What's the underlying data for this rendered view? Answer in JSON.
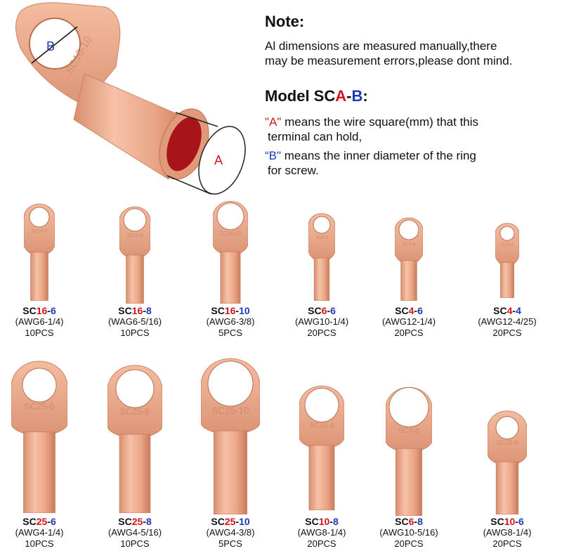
{
  "note": {
    "title": "Note:",
    "lines": [
      "Al dimensions are measured manually,there",
      "may be measurement errors,please dont mind."
    ]
  },
  "model": {
    "prefix": "Model SC",
    "a": "A",
    "dash": "-",
    "b": "B",
    "suffix": ":",
    "a_quote": "\"A\"",
    "a_text_1": " means the wire square(mm) that this",
    "a_text_2": "terminal can hold,",
    "b_quote": "“B\"",
    "b_text_1": " means the inner diameter of the ring",
    "b_text_2": "for screw."
  },
  "hero": {
    "label_a": "A",
    "label_b": "B",
    "stamp": "SC16-10"
  },
  "colors": {
    "red": "#d2141e",
    "blue": "#1e3ab4",
    "copper": "#e9a98a",
    "copper_dark": "#c97c5c"
  },
  "row1": [
    {
      "pre": "SC",
      "a": "16",
      "b": "6",
      "awg": "(AWG6-1/4)",
      "pcs": "10PCS",
      "stamp": "SC16-6"
    },
    {
      "pre": "SC",
      "a": "16",
      "b": "8",
      "awg": "(WAG6-5/16)",
      "pcs": "10PCS",
      "stamp": "SC16-8"
    },
    {
      "pre": "SC",
      "a": "16",
      "b": "10",
      "awg": "(AWG6-3/8)",
      "pcs": "5PCS",
      "stamp": "SC16-10"
    },
    {
      "pre": "SC",
      "a": "6",
      "b": "6",
      "awg": "(AWG10-1/4)",
      "pcs": "20PCS",
      "stamp": "SC6-6"
    },
    {
      "pre": "SC",
      "a": "4",
      "b": "6",
      "awg": "(AWG12-1/4)",
      "pcs": "20PCS",
      "stamp": "SC4-6"
    },
    {
      "pre": "SC",
      "a": "4",
      "b": "4",
      "awg": "(AWG12-4/25)",
      "pcs": "20PCS",
      "stamp": "SC4-4"
    }
  ],
  "row2": [
    {
      "pre": "SC",
      "a": "25",
      "b": "6",
      "awg": "(AWG4-1/4)",
      "pcs": "10PCS",
      "stamp": "SC25-6"
    },
    {
      "pre": "SC",
      "a": "25",
      "b": "8",
      "awg": "(AWG4-5/16)",
      "pcs": "10PCS",
      "stamp": "SC25-8"
    },
    {
      "pre": "SC",
      "a": "25",
      "b": "10",
      "awg": "(AWG4-3/8)",
      "pcs": "5PCS",
      "stamp": "SC25-10"
    },
    {
      "pre": "SC",
      "a": "10",
      "b": "8",
      "awg": "(AWG8-1/4)",
      "pcs": "20PCS",
      "stamp": "SC10-8"
    },
    {
      "pre": "SC",
      "a": "6",
      "b": "8",
      "awg": "(AWG10-5/16)",
      "pcs": "20PCS",
      "stamp": "SC6-8"
    },
    {
      "pre": "SC",
      "a": "10",
      "b": "6",
      "awg": "(AWG8-1/4)",
      "pcs": "20PCS",
      "stamp": "SC10-6"
    }
  ]
}
